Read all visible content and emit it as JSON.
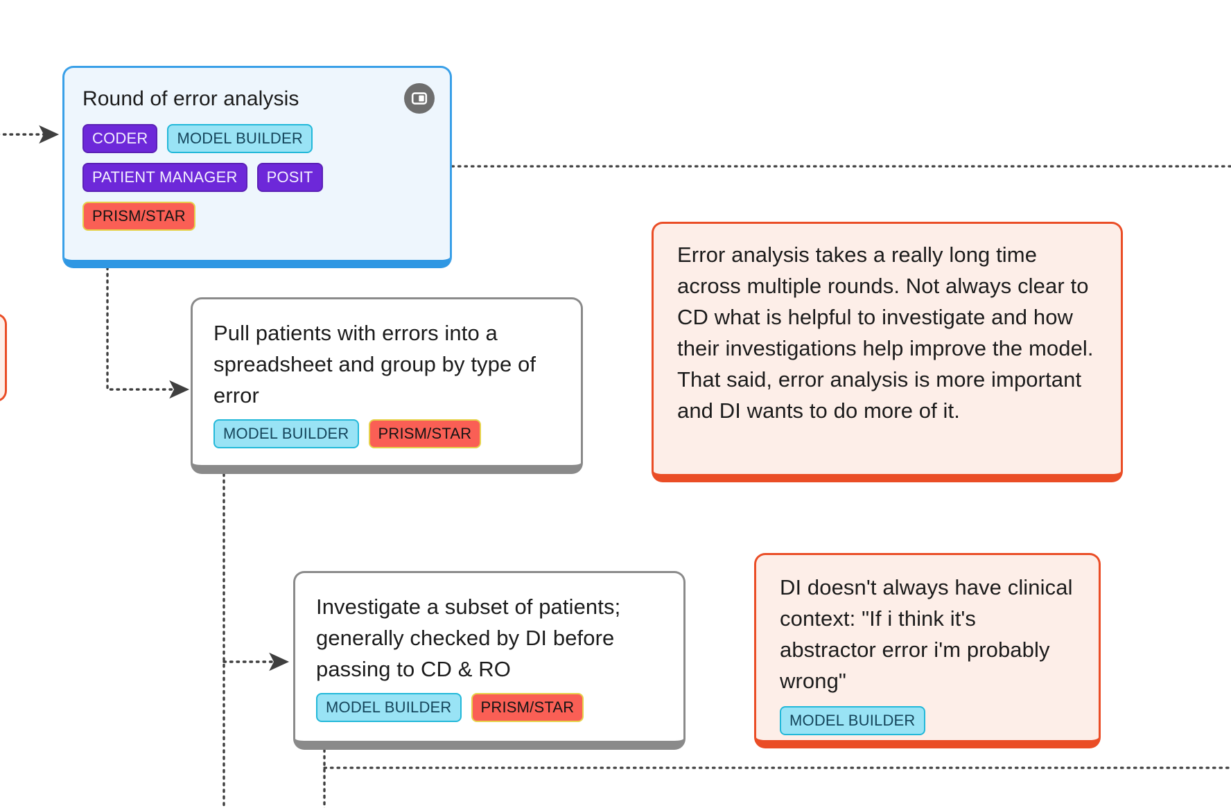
{
  "board": {
    "background_color": "#ffffff",
    "edge_style": "dotted",
    "edge_color": "#3f3f3f"
  },
  "palette": {
    "process_active_border": "#3aa0e8",
    "process_active_fill": "#eef6fd",
    "process_border": "#8a8a8a",
    "process_fill": "#ffffff",
    "note_border": "#ea4d26",
    "note_fill": "#fdeee8",
    "tag_purple_fill": "#6d28d9",
    "tag_cyan_fill": "#99e3f5",
    "tag_salmon_fill": "#fa5f55",
    "tag_salmon_border": "#e6d24a"
  },
  "nodes": {
    "round_of_error_analysis": {
      "title": "Round of error analysis",
      "icon": "panel-square-icon",
      "tags": [
        {
          "label": "CODER",
          "style": "purple"
        },
        {
          "label": "MODEL BUILDER",
          "style": "cyan"
        },
        {
          "label": "PATIENT MANAGER",
          "style": "purple"
        },
        {
          "label": "POSIT",
          "style": "purple"
        },
        {
          "label": "PRISM/STAR",
          "style": "salmon"
        }
      ]
    },
    "pull_patients": {
      "title": "Pull patients with errors into a spreadsheet and group by type of error",
      "tags": [
        {
          "label": "MODEL BUILDER",
          "style": "cyan"
        },
        {
          "label": "PRISM/STAR",
          "style": "salmon"
        }
      ]
    },
    "investigate_subset": {
      "title": "Investigate a subset of patients; generally checked by DI before passing to CD & RO",
      "tags": [
        {
          "label": "MODEL BUILDER",
          "style": "cyan"
        },
        {
          "label": "PRISM/STAR",
          "style": "salmon"
        }
      ]
    },
    "note_error_analysis_time": {
      "text": "Error analysis takes a really long time across multiple rounds. Not always clear to CD what is helpful to investigate and how their investigations help improve the model. That said, error analysis is more important and DI wants to do more of it."
    },
    "note_di_clinical_context": {
      "text": "DI doesn't always have clinical context: \"If i think it's abstractor error i'm probably wrong\"",
      "tags": [
        {
          "label": "MODEL BUILDER",
          "style": "cyan"
        }
      ]
    },
    "offscreen_note_left": {
      "text": ""
    }
  }
}
